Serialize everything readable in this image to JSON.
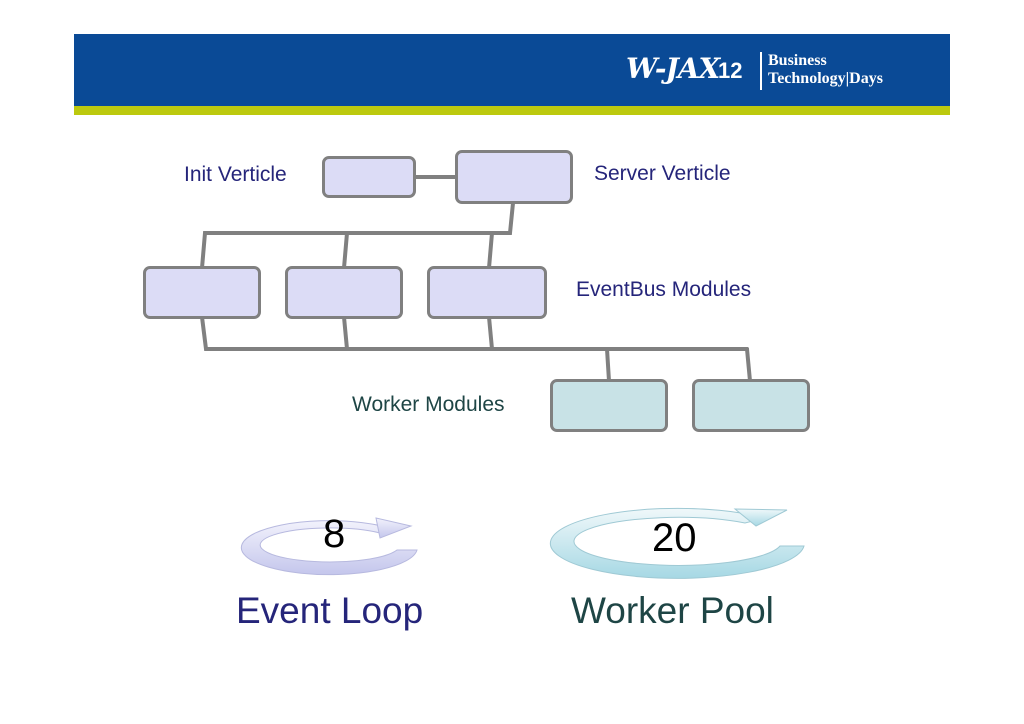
{
  "header": {
    "logo_mark": "W-JAX",
    "logo_year": "12",
    "logo_line1": "Business",
    "logo_line2": "Technology|Days"
  },
  "diagram": {
    "init_verticle_label": "Init Verticle",
    "server_verticle_label": "Server Verticle",
    "eventbus_modules_label": "EventBus Modules",
    "worker_modules_label": "Worker Modules"
  },
  "event_loop": {
    "count": "8",
    "label": "Event Loop",
    "color": "#25257a"
  },
  "worker_pool": {
    "count": "20",
    "label": "Worker Pool",
    "color": "#1e4545"
  },
  "colors": {
    "banner": "#0a4a96",
    "stripe": "#bcc90e",
    "module_fill": "#dcdcf6",
    "worker_fill": "#c8e2e6",
    "connector": "#808080"
  }
}
